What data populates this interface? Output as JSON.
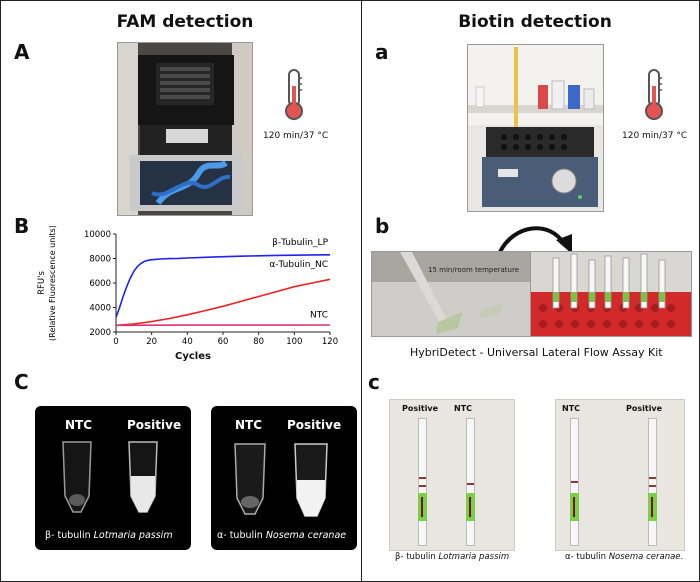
{
  "left": {
    "title": "FAM detection",
    "letter_A": "A",
    "letter_B": "B",
    "letter_C": "C",
    "temp_label": "120 min/37 °C",
    "gel1": {
      "ntc": "NTC",
      "positive": "Positive",
      "caption_plain": "β- tubulin ",
      "caption_italic": "Lotmaria passim"
    },
    "gel2": {
      "ntc": "NTC",
      "positive": "Positive",
      "caption_plain": "α- tubulin ",
      "caption_italic": "Nosema ceranae"
    }
  },
  "right": {
    "title": "Biotin detection",
    "letter_a": "a",
    "letter_b": "b",
    "letter_c": "c",
    "temp_label": "120 min/37 °C",
    "photo_text": "15 min/room temperature",
    "kit_label": "HybriDetect - Universal Lateral Flow Assay Kit",
    "strips1": {
      "positive": "Positive",
      "ntc": "NTC",
      "caption_plain": "β- tubulin ",
      "caption_italic": "Lotmaria passim"
    },
    "strips2": {
      "ntc": "NTC",
      "positive": "Positive",
      "caption_plain": "α- tubulin ",
      "caption_italic": "Nosema ceranae",
      "caption_end": "."
    }
  },
  "chart_data": {
    "type": "line",
    "title": "",
    "xlabel": "Cycles",
    "ylabel": "RFU's",
    "ylabel2": "(Relative Fluorescence units)",
    "xlim": [
      0,
      120
    ],
    "ylim": [
      2000,
      10000
    ],
    "xticks": [
      0,
      20,
      40,
      60,
      80,
      100,
      120
    ],
    "yticks": [
      2000,
      4000,
      6000,
      8000,
      10000
    ],
    "grid": false,
    "series": [
      {
        "name": "β-Tubulin_LP",
        "color": "#2222ee",
        "x": [
          0,
          2,
          4,
          6,
          8,
          10,
          12,
          14,
          16,
          18,
          20,
          22,
          25,
          30,
          35,
          40,
          50,
          60,
          70,
          80,
          90,
          100,
          110,
          120
        ],
        "y": [
          3200,
          4000,
          4900,
          5700,
          6400,
          6950,
          7350,
          7600,
          7760,
          7850,
          7900,
          7930,
          7960,
          7990,
          8010,
          8040,
          8100,
          8150,
          8190,
          8220,
          8250,
          8270,
          8290,
          8300
        ]
      },
      {
        "name": "α-Tubulin_NC",
        "color": "#ee2222",
        "x": [
          0,
          10,
          20,
          30,
          40,
          50,
          60,
          70,
          80,
          90,
          100,
          110,
          120
        ],
        "y": [
          2550,
          2650,
          2850,
          3100,
          3400,
          3750,
          4100,
          4500,
          4900,
          5300,
          5700,
          6000,
          6300
        ]
      },
      {
        "name": "NTC",
        "color": "#dd3377",
        "x": [
          0,
          20,
          40,
          60,
          80,
          100,
          120
        ],
        "y": [
          2550,
          2555,
          2560,
          2560,
          2565,
          2565,
          2570
        ]
      }
    ]
  }
}
